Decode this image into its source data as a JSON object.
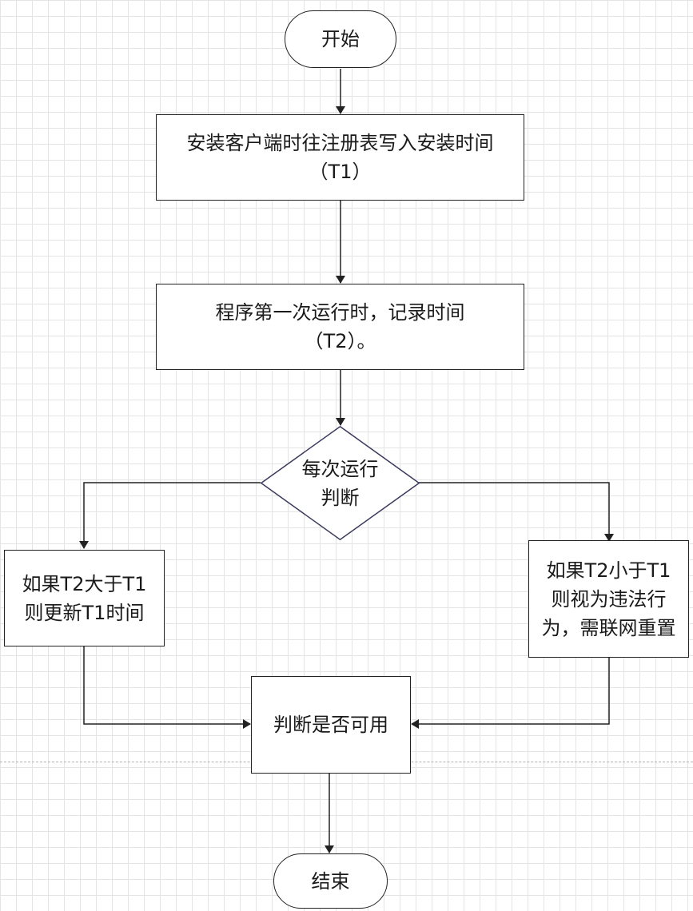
{
  "nodes": {
    "start": "开始",
    "install": "安装客户端时往注册表写入安装时间\n（T1）",
    "first_run": "程序第一次运行时，记录时间\n（T2）。",
    "decision": "每次运行\n判断",
    "left_branch": "如果T2大于T1\n则更新T1时间",
    "right_branch": "如果T2小于T1\n则视为违法行\n为，需联网重置",
    "check": "判断是否可用",
    "end": "结束"
  },
  "colors": {
    "line": "#222222",
    "decision_border": "#3a3a5e",
    "grid": "#e4e4e4"
  }
}
